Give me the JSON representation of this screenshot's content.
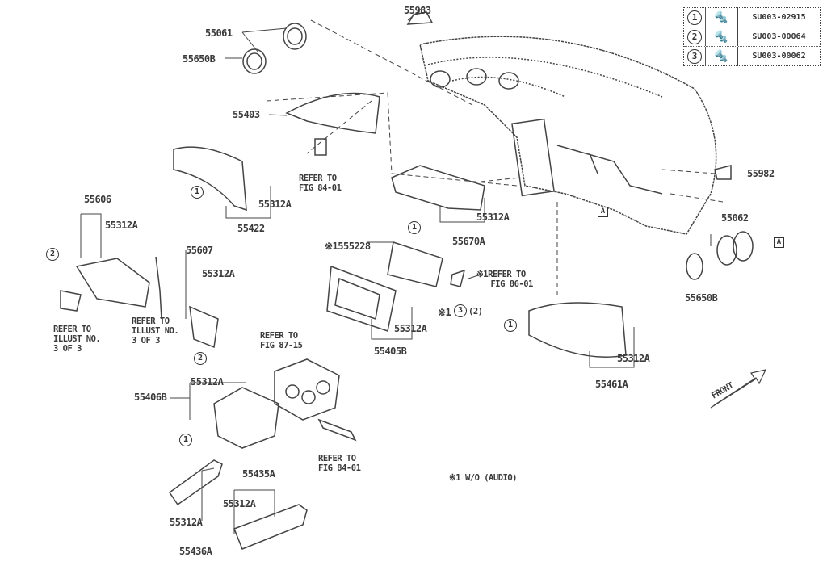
{
  "legend": [
    {
      "num": "1",
      "icon": "screw-icon",
      "part": "SU003-02915"
    },
    {
      "num": "2",
      "icon": "screw-icon",
      "part": "SU003-00064"
    },
    {
      "num": "3",
      "icon": "screw-icon",
      "part": "SU003-00062"
    }
  ],
  "labels": {
    "p55061": "55061",
    "p55650b_top": "55650B",
    "p55983": "55983",
    "p55403": "55403",
    "refer_84_01_a": "REFER TO\nFIG 84-01",
    "p55312a_1": "55312A",
    "p55422": "55422",
    "p55606": "55606",
    "p55312a_2": "55312A",
    "refer_illust_a": "REFER TO\nILLUST NO.\n3 OF 3",
    "refer_illust_b": "REFER TO\nILLUST NO.\n3 OF 3",
    "p55607": "55607",
    "p55312a_3": "55312A",
    "p55312a_4": "55312A",
    "p55670a": "55670A",
    "p555228": "※1555228",
    "refer_86_01": "※1REFER TO\n   FIG 86-01",
    "note_3": "※1",
    "p55312a_5": "55312A",
    "p55405b": "55405B",
    "p55982": "55982",
    "p55062": "55062",
    "p55650b_right": "55650B",
    "p55312a_6": "55312A",
    "p55461a": "55461A",
    "refer_87_15": "REFER TO\nFIG 87-15",
    "p55312a_7": "55312A",
    "p55406b": "55406B",
    "refer_84_01_b": "REFER TO\nFIG 84-01",
    "p55435a": "55435A",
    "p55312a_8": "55312A",
    "p55312a_9": "55312A",
    "p55436a": "55436A",
    "front": "FRONT",
    "footnote": "※1 W/O (AUDIO)",
    "ref_a": "A",
    "qty2": "(2)"
  }
}
